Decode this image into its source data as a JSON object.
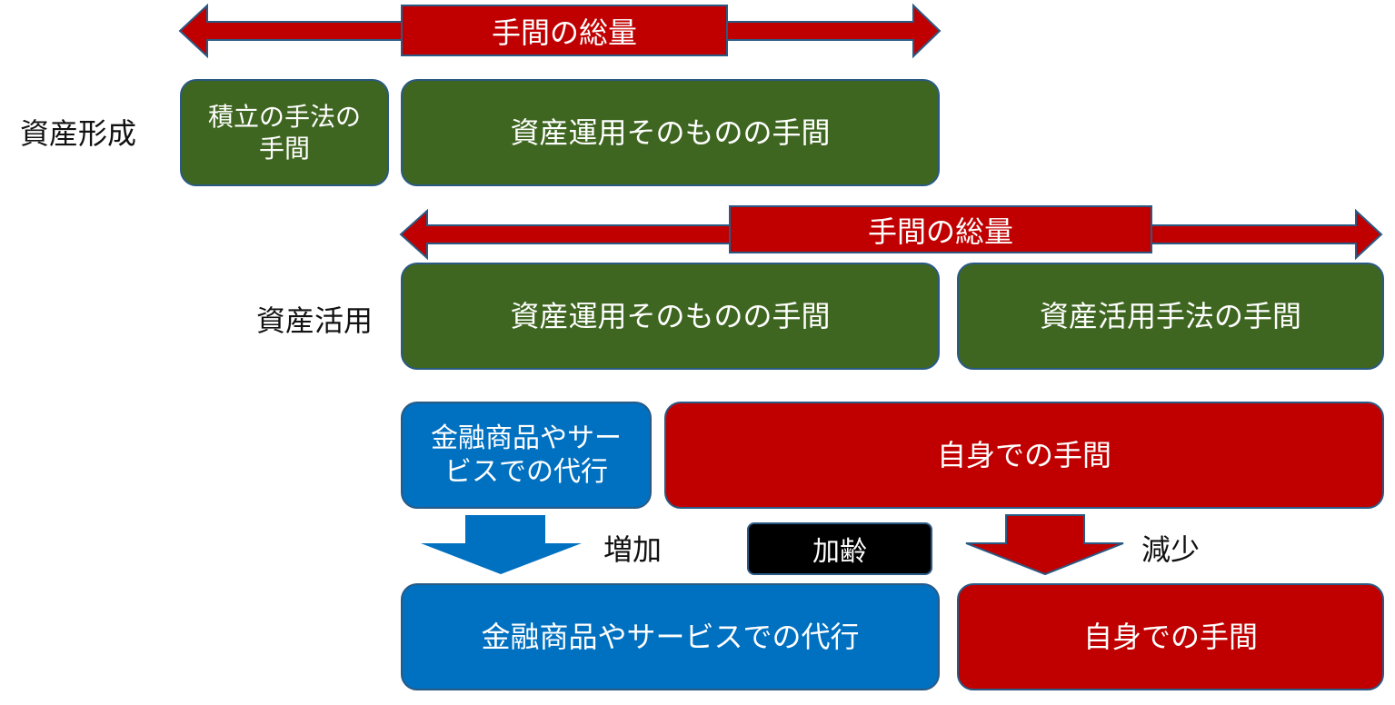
{
  "top_arrow": {
    "label": "手間の総量"
  },
  "formation": {
    "row_label": "資産形成",
    "method_box": "積立の手法の\n手間",
    "operation_box": "資産運用そのものの手間"
  },
  "middle_arrow": {
    "label": "手間の総量"
  },
  "utilization": {
    "row_label": "資産活用",
    "operation_box": "資産運用そのものの手間",
    "method_box": "資産活用手法の手間"
  },
  "before": {
    "service_box": "金融商品やサー\nビスでの代行",
    "self_box": "自身での手間"
  },
  "change": {
    "increase_label": "増加",
    "aging_label": "加齢",
    "decrease_label": "減少"
  },
  "after": {
    "service_box": "金融商品やサービスでの代行",
    "self_box": "自身での手間"
  },
  "colors": {
    "green": "#3f6621",
    "blue": "#0070c0",
    "red": "#c00000",
    "border": "#2a5a84"
  }
}
